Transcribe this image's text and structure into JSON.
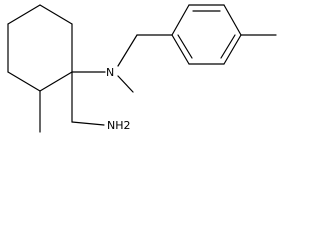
{
  "molecule": {
    "atoms": [
      {
        "id": "n-amine",
        "element": "N",
        "label": "N"
      },
      {
        "id": "nh2-group",
        "element": "N",
        "label": "NH2"
      }
    ]
  },
  "style": {
    "bond_color": "#000000",
    "background": "#ffffff"
  }
}
